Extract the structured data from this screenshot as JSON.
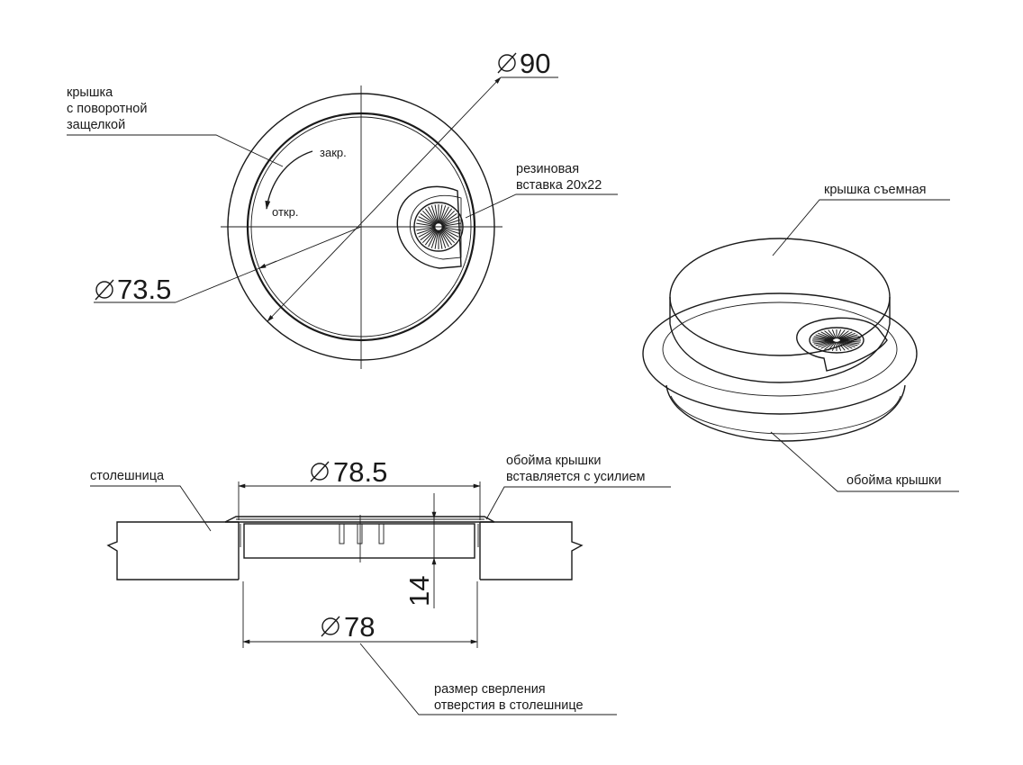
{
  "top_view": {
    "dia_outer": "90",
    "dia_inner": "73.5",
    "label_lid_lines": [
      "крышка",
      "с поворотной",
      "защелкой"
    ],
    "label_close": "закр.",
    "label_open": "откр.",
    "label_insert_lines": [
      "резиновая",
      "вставка 20x22"
    ]
  },
  "iso_view": {
    "label_lid": "крышка съемная",
    "label_ring": "обойма крышки"
  },
  "section_view": {
    "label_tabletop": "столешница",
    "dia_flange": "78.5",
    "dia_hole": "78",
    "height": "14",
    "label_ring_press_lines": [
      "обойма крышки",
      "вставляется с усилием"
    ],
    "label_drill_lines": [
      "размер сверления",
      "отверстия в столешнице"
    ]
  }
}
